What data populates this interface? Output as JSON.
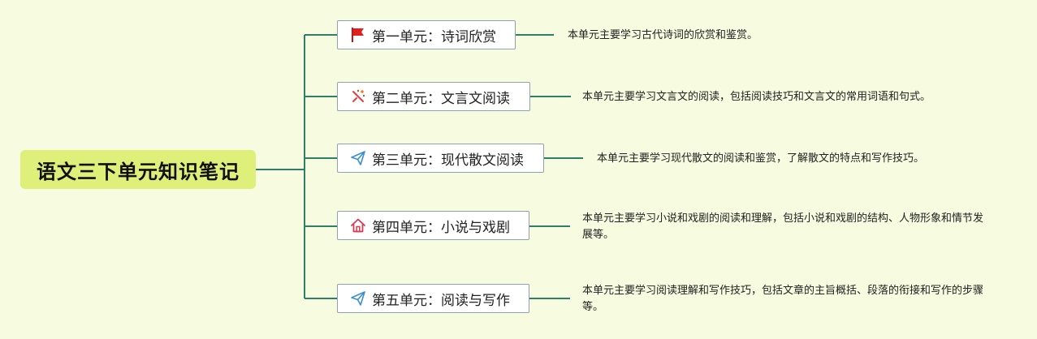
{
  "root": {
    "title": "语文三下单元知识笔记",
    "color": "#def07a"
  },
  "line_color": "#2f7d6b",
  "units": [
    {
      "title": "第一单元：诗词欣赏",
      "icon": "red-flag-icon",
      "desc": "本单元主要学习古代诗词的欣赏和鉴赏。"
    },
    {
      "title": "第二单元：文言文阅读",
      "icon": "sparkle-icon",
      "desc": "本单元主要学习文言文的阅读，包括阅读技巧和文言文的常用词语和句式。"
    },
    {
      "title": "第三单元：现代散文阅读",
      "icon": "paper-plane-icon",
      "desc": "本单元主要学习现代散文的阅读和鉴赏，了解散文的特点和写作技巧。"
    },
    {
      "title": "第四单元：小说与戏剧",
      "icon": "home-icon",
      "desc": "本单元主要学习小说和戏剧的阅读和理解，包括小说和戏剧的结构、人物形象和情节发展等。"
    },
    {
      "title": "第五单元：阅读与写作",
      "icon": "paper-plane-icon",
      "desc": "本单元主要学习阅读理解和写作技巧，包括文章的主旨概括、段落的衔接和写作的步骤等。"
    }
  ]
}
